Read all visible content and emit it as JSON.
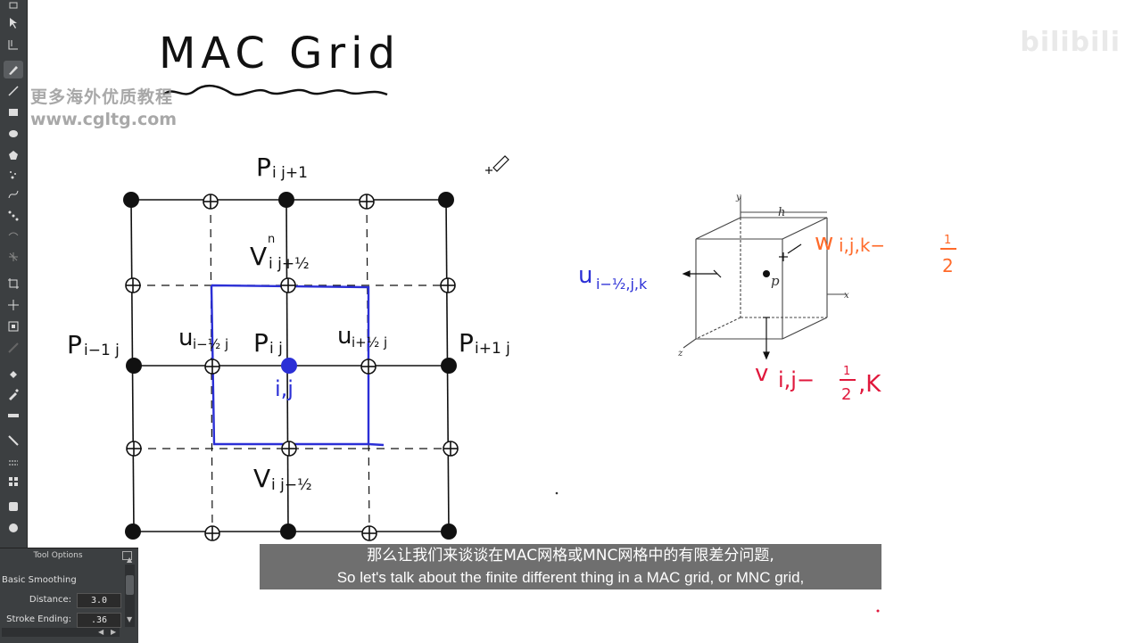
{
  "watermark": {
    "line1": "更多海外优质教程",
    "line2": "www.cgltg.com"
  },
  "logo": {
    "text": "bilibili"
  },
  "whiteboard": {
    "title": "MAC Grid",
    "grid_labels": {
      "p_top": "P",
      "p_top_sub": "i j+1",
      "v_top": "V",
      "v_top_sup": "n",
      "v_top_sub": "i j+½",
      "p_left": "P",
      "p_left_sub": "i−1 j",
      "u_left": "u",
      "u_left_sub": "i−½ j",
      "p_center": "P",
      "p_center_sub": "i j",
      "u_right": "u",
      "u_right_sub": "i+½ j",
      "p_right": "P",
      "p_right_sub": "i+1 j",
      "cell_index": "i,j",
      "v_bottom": "V",
      "v_bottom_sub": "i j−½"
    },
    "cube_labels": {
      "axis_y": "y",
      "axis_x": "x",
      "axis_z": "z",
      "h": "h",
      "p": "p",
      "u_label": "u",
      "u_sub": "i−½,j,k",
      "w_label": "w",
      "w_sub": "i,j,k−",
      "w_frac_num": "1",
      "w_frac_den": "2",
      "v_label": "v",
      "v_sub": "i,j−",
      "v_frac_num": "1",
      "v_frac_den": "2",
      "v_tail": ",K"
    }
  },
  "colors": {
    "blue_ink": "#2b2fd6",
    "orange_ink": "#ff6a2a",
    "red_ink": "#e0183c",
    "black_ink": "#111111",
    "toolbar_bg": "#3c3f41"
  },
  "toolbar": {
    "tools": [
      "pointer-icon",
      "select-icon",
      "brush-icon",
      "line-icon",
      "rect-icon",
      "ellipse-icon",
      "polygon-icon",
      "spray-icon",
      "path-icon",
      "node-icon",
      "measure-icon",
      "pattern-icon",
      "crop-icon",
      "move-icon",
      "transform-icon",
      "gradient-icon",
      "fill-icon",
      "eyedropper-icon",
      "color-icon",
      "pen-icon",
      "grid-icon",
      "tile-icon",
      "assistant-icon",
      "zoom-icon"
    ]
  },
  "tool_options": {
    "title": "Tool Options",
    "mode": "Basic Smoothing",
    "distance_label": "Distance:",
    "distance_value": "3.0",
    "stroke_ending_label": "Stroke Ending:",
    "stroke_ending_value": ".36"
  },
  "subtitles": {
    "chinese": "那么让我们来谈谈在MAC网格或MNC网格中的有限差分问题,",
    "english": "So let's talk about the finite different thing in a MAC grid, or MNC grid,"
  }
}
